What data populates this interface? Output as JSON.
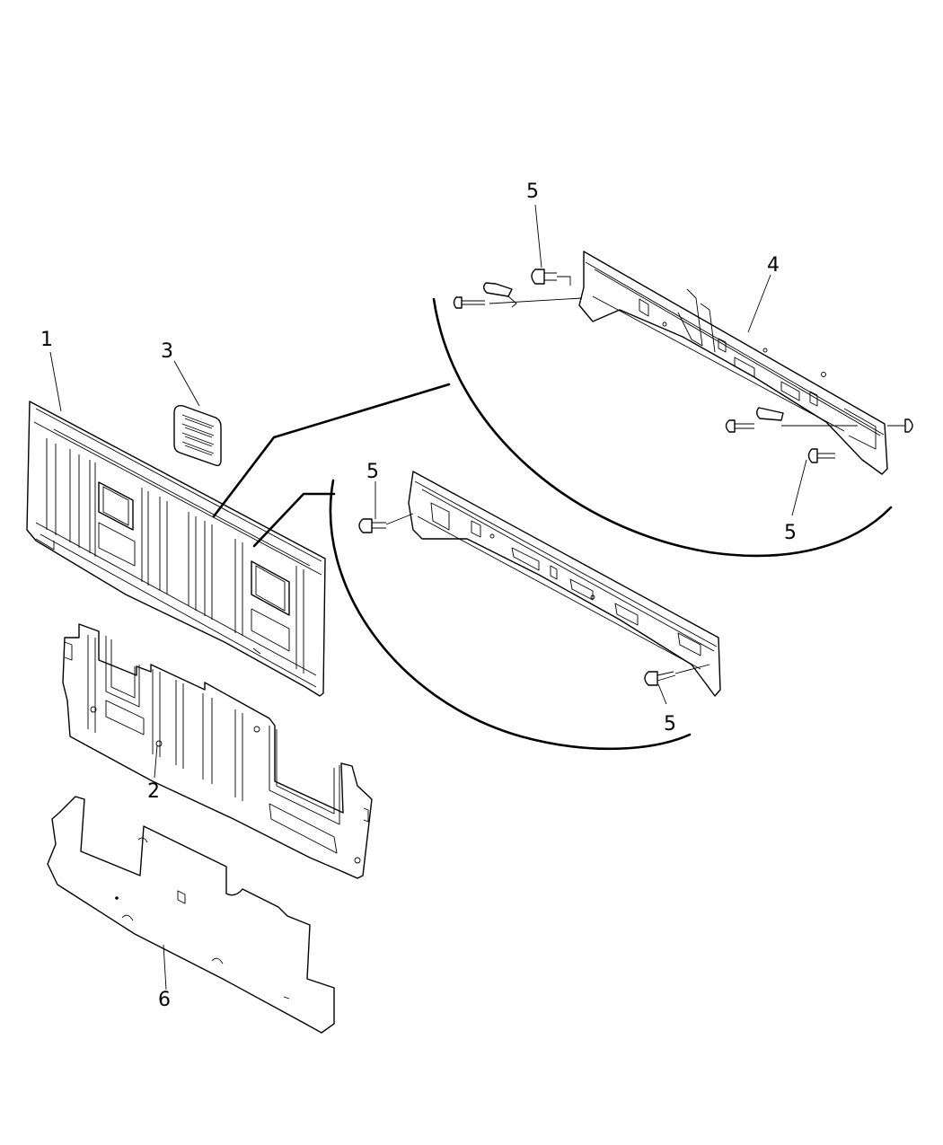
{
  "callouts": [
    {
      "id": "c1",
      "label": "1"
    },
    {
      "id": "c2",
      "label": "2"
    },
    {
      "id": "c3",
      "label": "3"
    },
    {
      "id": "c4",
      "label": "4"
    },
    {
      "id": "c5a",
      "label": "5"
    },
    {
      "id": "c5b",
      "label": "5"
    },
    {
      "id": "c5c",
      "label": "5"
    },
    {
      "id": "c5d",
      "label": "5"
    },
    {
      "id": "c6",
      "label": "6"
    }
  ]
}
